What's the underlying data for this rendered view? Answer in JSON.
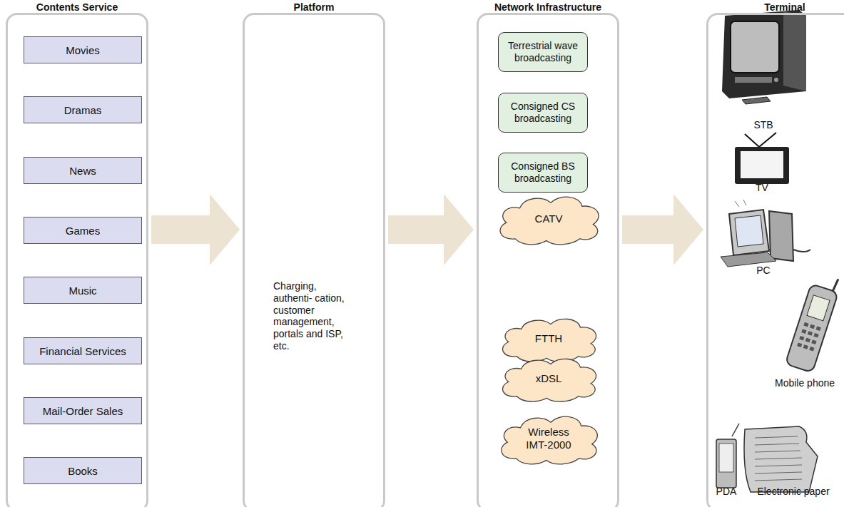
{
  "diagram": {
    "nodes": [
      {
        "text": [
          "Contents Service"
        ]
      },
      {
        "text": [
          "Movies"
        ],
        "in": 0
      },
      {
        "text": [
          "Dramas"
        ],
        "in": 0
      },
      {
        "text": [
          "News"
        ],
        "in": 0
      },
      {
        "text": [
          "Games"
        ],
        "in": 0
      },
      {
        "text": [
          "Music"
        ],
        "in": 0
      },
      {
        "text": [
          "Financial Services"
        ],
        "in": 0
      },
      {
        "text": [
          "Mail-Order Sales"
        ],
        "in": 0
      },
      {
        "text": [
          "Books"
        ],
        "in": 0
      },
      {
        "text": [
          "Platform",
          "Charging, authenti- cation, customer management, portals and ISP, etc."
        ]
      },
      {
        "text": [
          "Network Infrastructure"
        ]
      },
      {
        "text": [
          "Terrestrial wave broadcasting"
        ],
        "in": 10
      },
      {
        "text": [
          "Consigned CS broadcasting"
        ],
        "in": 10
      },
      {
        "text": [
          "Consigned BS broadcasting"
        ],
        "in": 10
      },
      {
        "text": [
          "CATV"
        ],
        "in": 10
      },
      {
        "text": [
          "FTTH"
        ],
        "in": 10
      },
      {
        "text": [
          "xDSL"
        ],
        "in": 10
      },
      {
        "text": [
          "Wireless IMT-2000"
        ],
        "in": 10
      },
      {
        "text": [
          "Terminal"
        ]
      }
    ],
    "edges": [
      {
        "from": 0,
        "to": 9,
        "arrow": "to"
      },
      {
        "from": 9,
        "to": 10,
        "arrow": "to"
      },
      {
        "from": 10,
        "to": 18,
        "arrow": "to"
      }
    ],
    "labels": [
      "STB",
      "TV",
      "PC",
      "Mobile phone",
      "PDA",
      "Electronic paper"
    ]
  }
}
